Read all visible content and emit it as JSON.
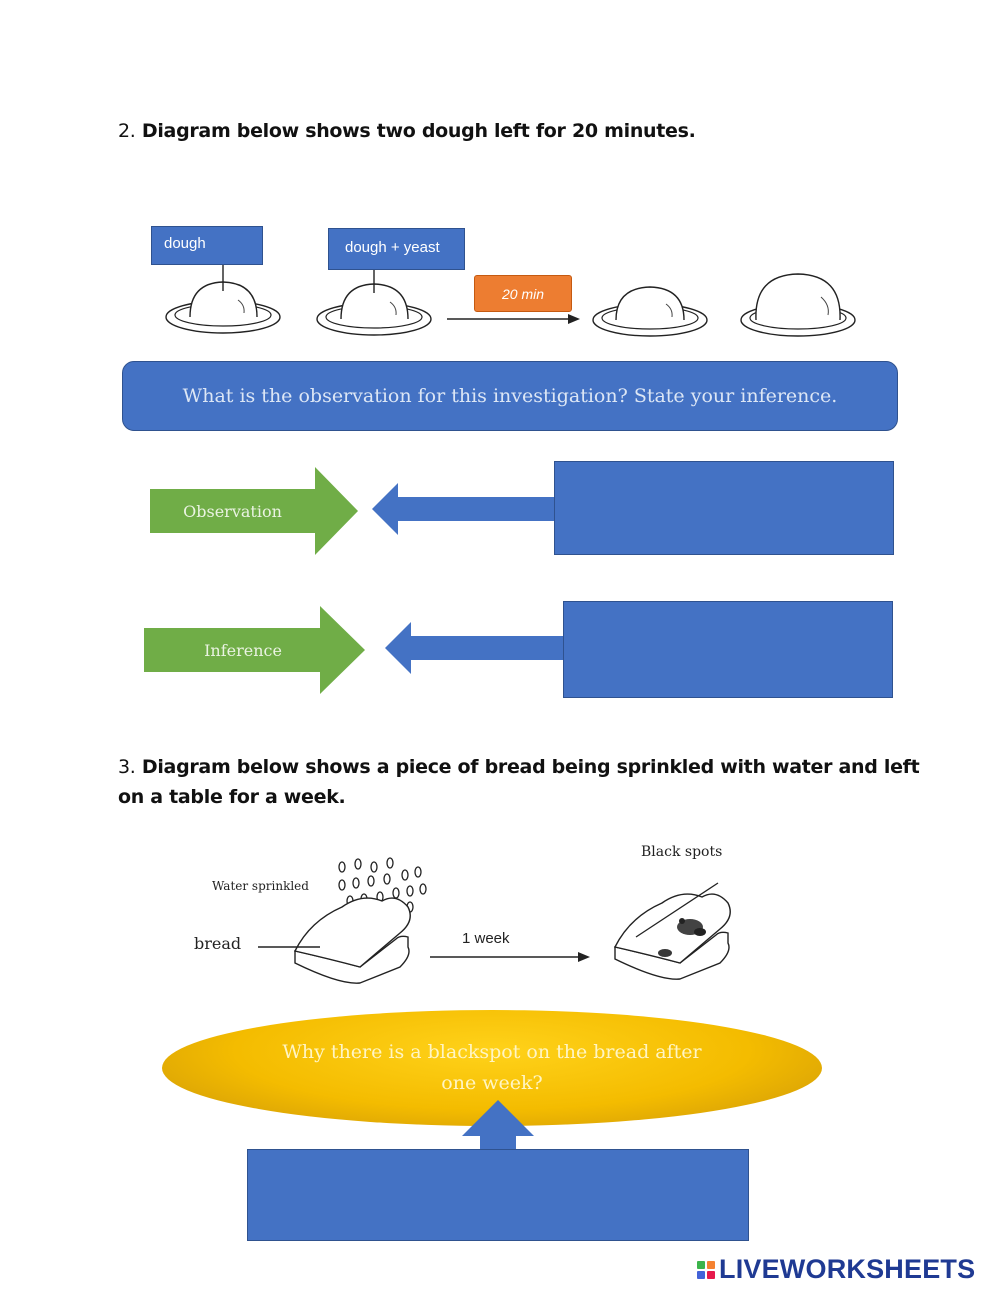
{
  "q2": {
    "number": "2.",
    "title": "Diagram below shows two dough left for 20 minutes.",
    "label_dough": "dough",
    "label_dough_yeast": "dough + yeast",
    "time_label": "20 min",
    "question": "What is the observation for this investigation? State your inference.",
    "observation_label": "Observation",
    "inference_label": "Inference"
  },
  "q3": {
    "number": "3.",
    "title_line1": "Diagram below shows a piece of bread being sprinkled with water and left",
    "title_line2": "on a table for a week.",
    "water_label": "Water sprinkled",
    "bread_label": "bread",
    "time_label": "1 week",
    "spots_label": "Black spots",
    "question_line1": "Why there is a blackspot on the bread after",
    "question_line2": "one week?"
  },
  "footer": {
    "logo_text": "LIVEWORKSHEETS"
  },
  "colors": {
    "blue": "#4472c4",
    "green": "#70ad47",
    "orange": "#ed7d31",
    "yellow": "#ffc000",
    "logo": "#1f3a93"
  }
}
